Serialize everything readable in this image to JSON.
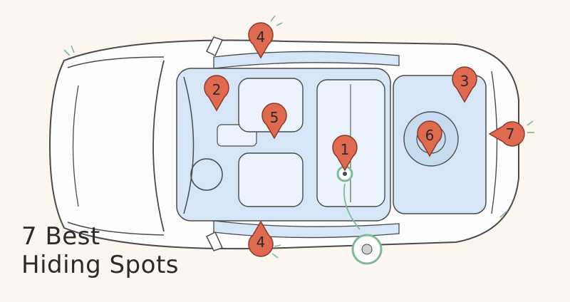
{
  "title": {
    "line1": "7 Best",
    "line2": "Hiding Spots"
  },
  "markers": [
    {
      "id": "marker-1",
      "label": "1"
    },
    {
      "id": "marker-2",
      "label": "2"
    },
    {
      "id": "marker-3",
      "label": "3"
    },
    {
      "id": "marker-4-top",
      "label": "4"
    },
    {
      "id": "marker-4-bottom",
      "label": "4"
    },
    {
      "id": "marker-5",
      "label": "5"
    },
    {
      "id": "marker-6",
      "label": "6"
    },
    {
      "id": "marker-7",
      "label": "7"
    }
  ],
  "colors": {
    "background": "#fbf6ee",
    "marker": "#e06a4f",
    "marker_stroke": "#8a3a2a",
    "interior": "#d6e6f6",
    "car_line": "#4a4a4a",
    "tracker_green": "#7fb99a"
  },
  "icons": [
    "map-pin-icon",
    "gps-tracker-icon"
  ]
}
